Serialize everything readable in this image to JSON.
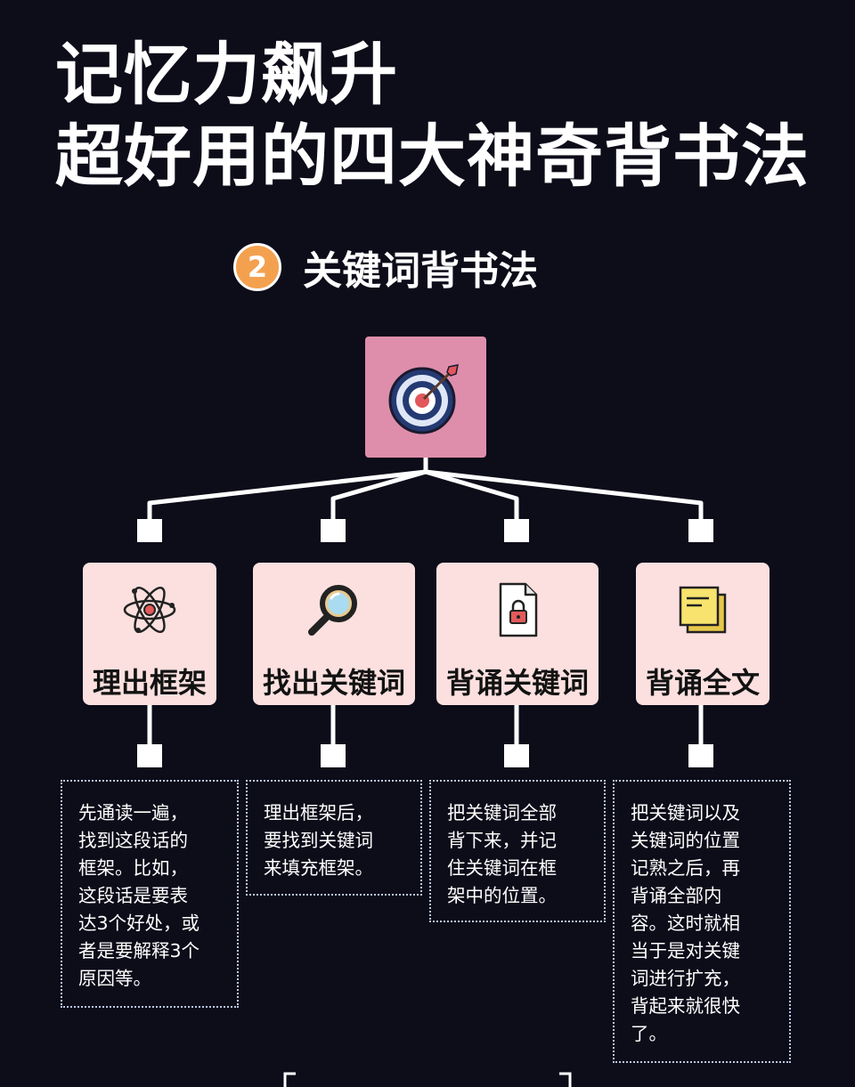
{
  "title": {
    "line1": "记忆力飙升",
    "line2": "超好用的四大神奇背书法"
  },
  "method": {
    "number": "2",
    "name": "关键词背书法"
  },
  "root_icon": "target-dart-icon",
  "steps": [
    {
      "label": "理出框架",
      "icon": "atom-icon",
      "desc_lines": [
        "先通读一遍，",
        "找到这段话的",
        "框架。比如，",
        "这段话是要表",
        "达3个好处，或",
        "者是要解释3个",
        "原因等。"
      ]
    },
    {
      "label": "找出关键词",
      "icon": "magnifier-icon",
      "desc_lines": [
        "理出框架后，",
        "要找到关键词",
        "来填充框架。"
      ]
    },
    {
      "label": "背诵关键词",
      "icon": "locked-document-icon",
      "desc_lines": [
        "把关键词全部",
        "背下来，并记",
        "住关键词在框",
        "架中的位置。"
      ]
    },
    {
      "label": "背诵全文",
      "icon": "sticky-notes-icon",
      "desc_lines": [
        "把关键词以及",
        "关键词的位置",
        "记熟之后，再",
        "背诵全部内",
        "容。这时就相",
        "当于是对关键",
        "词进行扩充，",
        "背起来就很快",
        "了。"
      ]
    }
  ],
  "colors": {
    "background": "#0d0c19",
    "root_box": "#de8eab",
    "card": "#fbe0df",
    "number_badge": "#f4a14f",
    "connector": "#ffffff"
  }
}
